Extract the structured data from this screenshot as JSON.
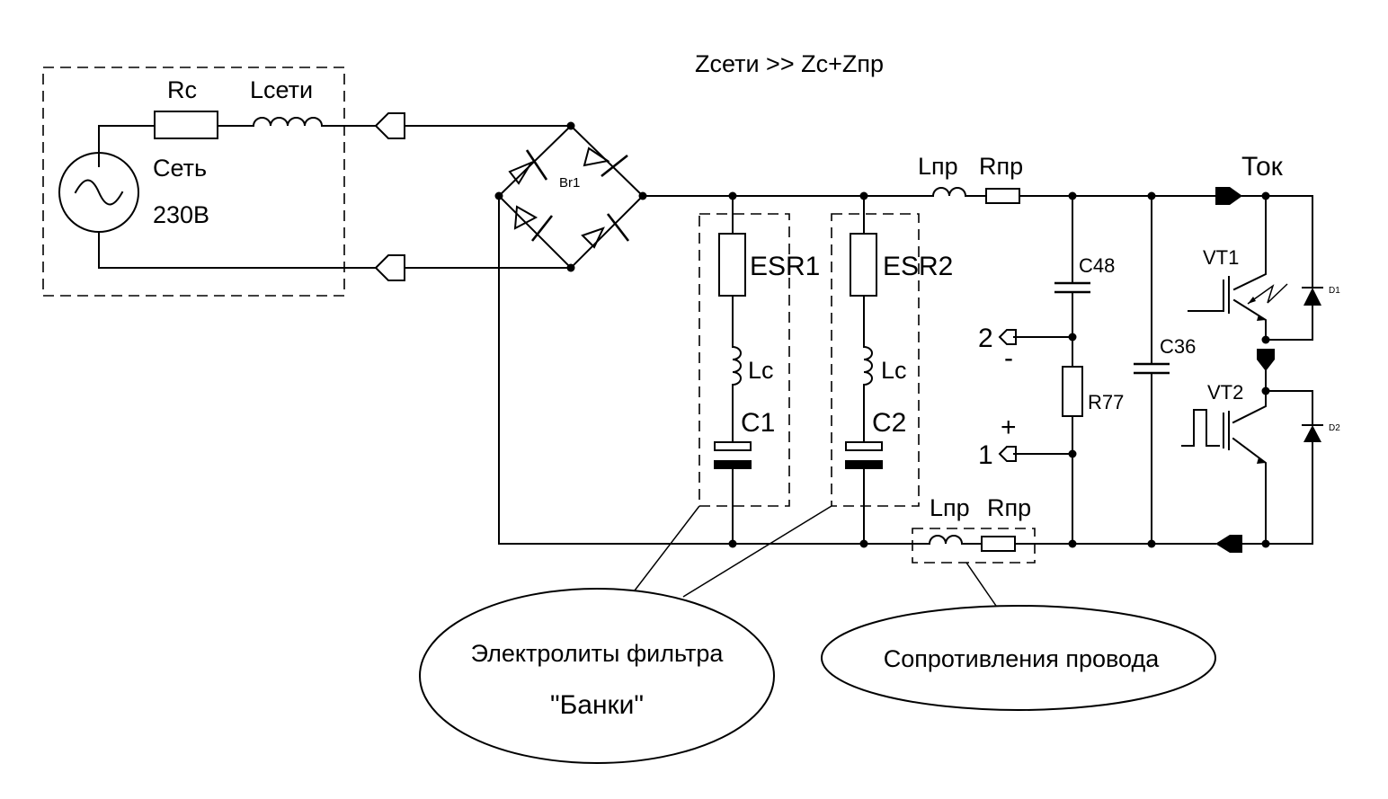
{
  "diagram": {
    "formula": "Zсети >> Zc+Zпр",
    "mains": {
      "resistor_label": "Rc",
      "inductor_label": "Lсети",
      "source_label_line1": "Сеть",
      "source_label_line2": "230В"
    },
    "bridge_label": "Br1",
    "top_wire": {
      "inductor_label": "Lпр",
      "resistor_label": "Rпр"
    },
    "bottom_wire": {
      "inductor_label": "Lпр",
      "resistor_label": "Rпр"
    },
    "cap1": {
      "esr_label": "ESR1",
      "inductor_label": "Lc",
      "cap_label": "C1"
    },
    "cap2": {
      "esr_label": "ESR2",
      "inductor_label": "Lc",
      "cap_label": "C2"
    },
    "c48_label": "C48",
    "c36_label": "C36",
    "r77_label": "R77",
    "terminal2": {
      "number": "2",
      "sign": "-"
    },
    "terminal1": {
      "number": "1",
      "sign": "+"
    },
    "current_label": "Ток",
    "vt1_label": "VT1",
    "vt2_label": "VT2",
    "d1_label": "D1",
    "d2_label": "D2",
    "callout_electrolytes_line1": "Электролиты фильтра",
    "callout_electrolytes_line2": "\"Банки\"",
    "callout_wire": "Сопротивления провода"
  }
}
